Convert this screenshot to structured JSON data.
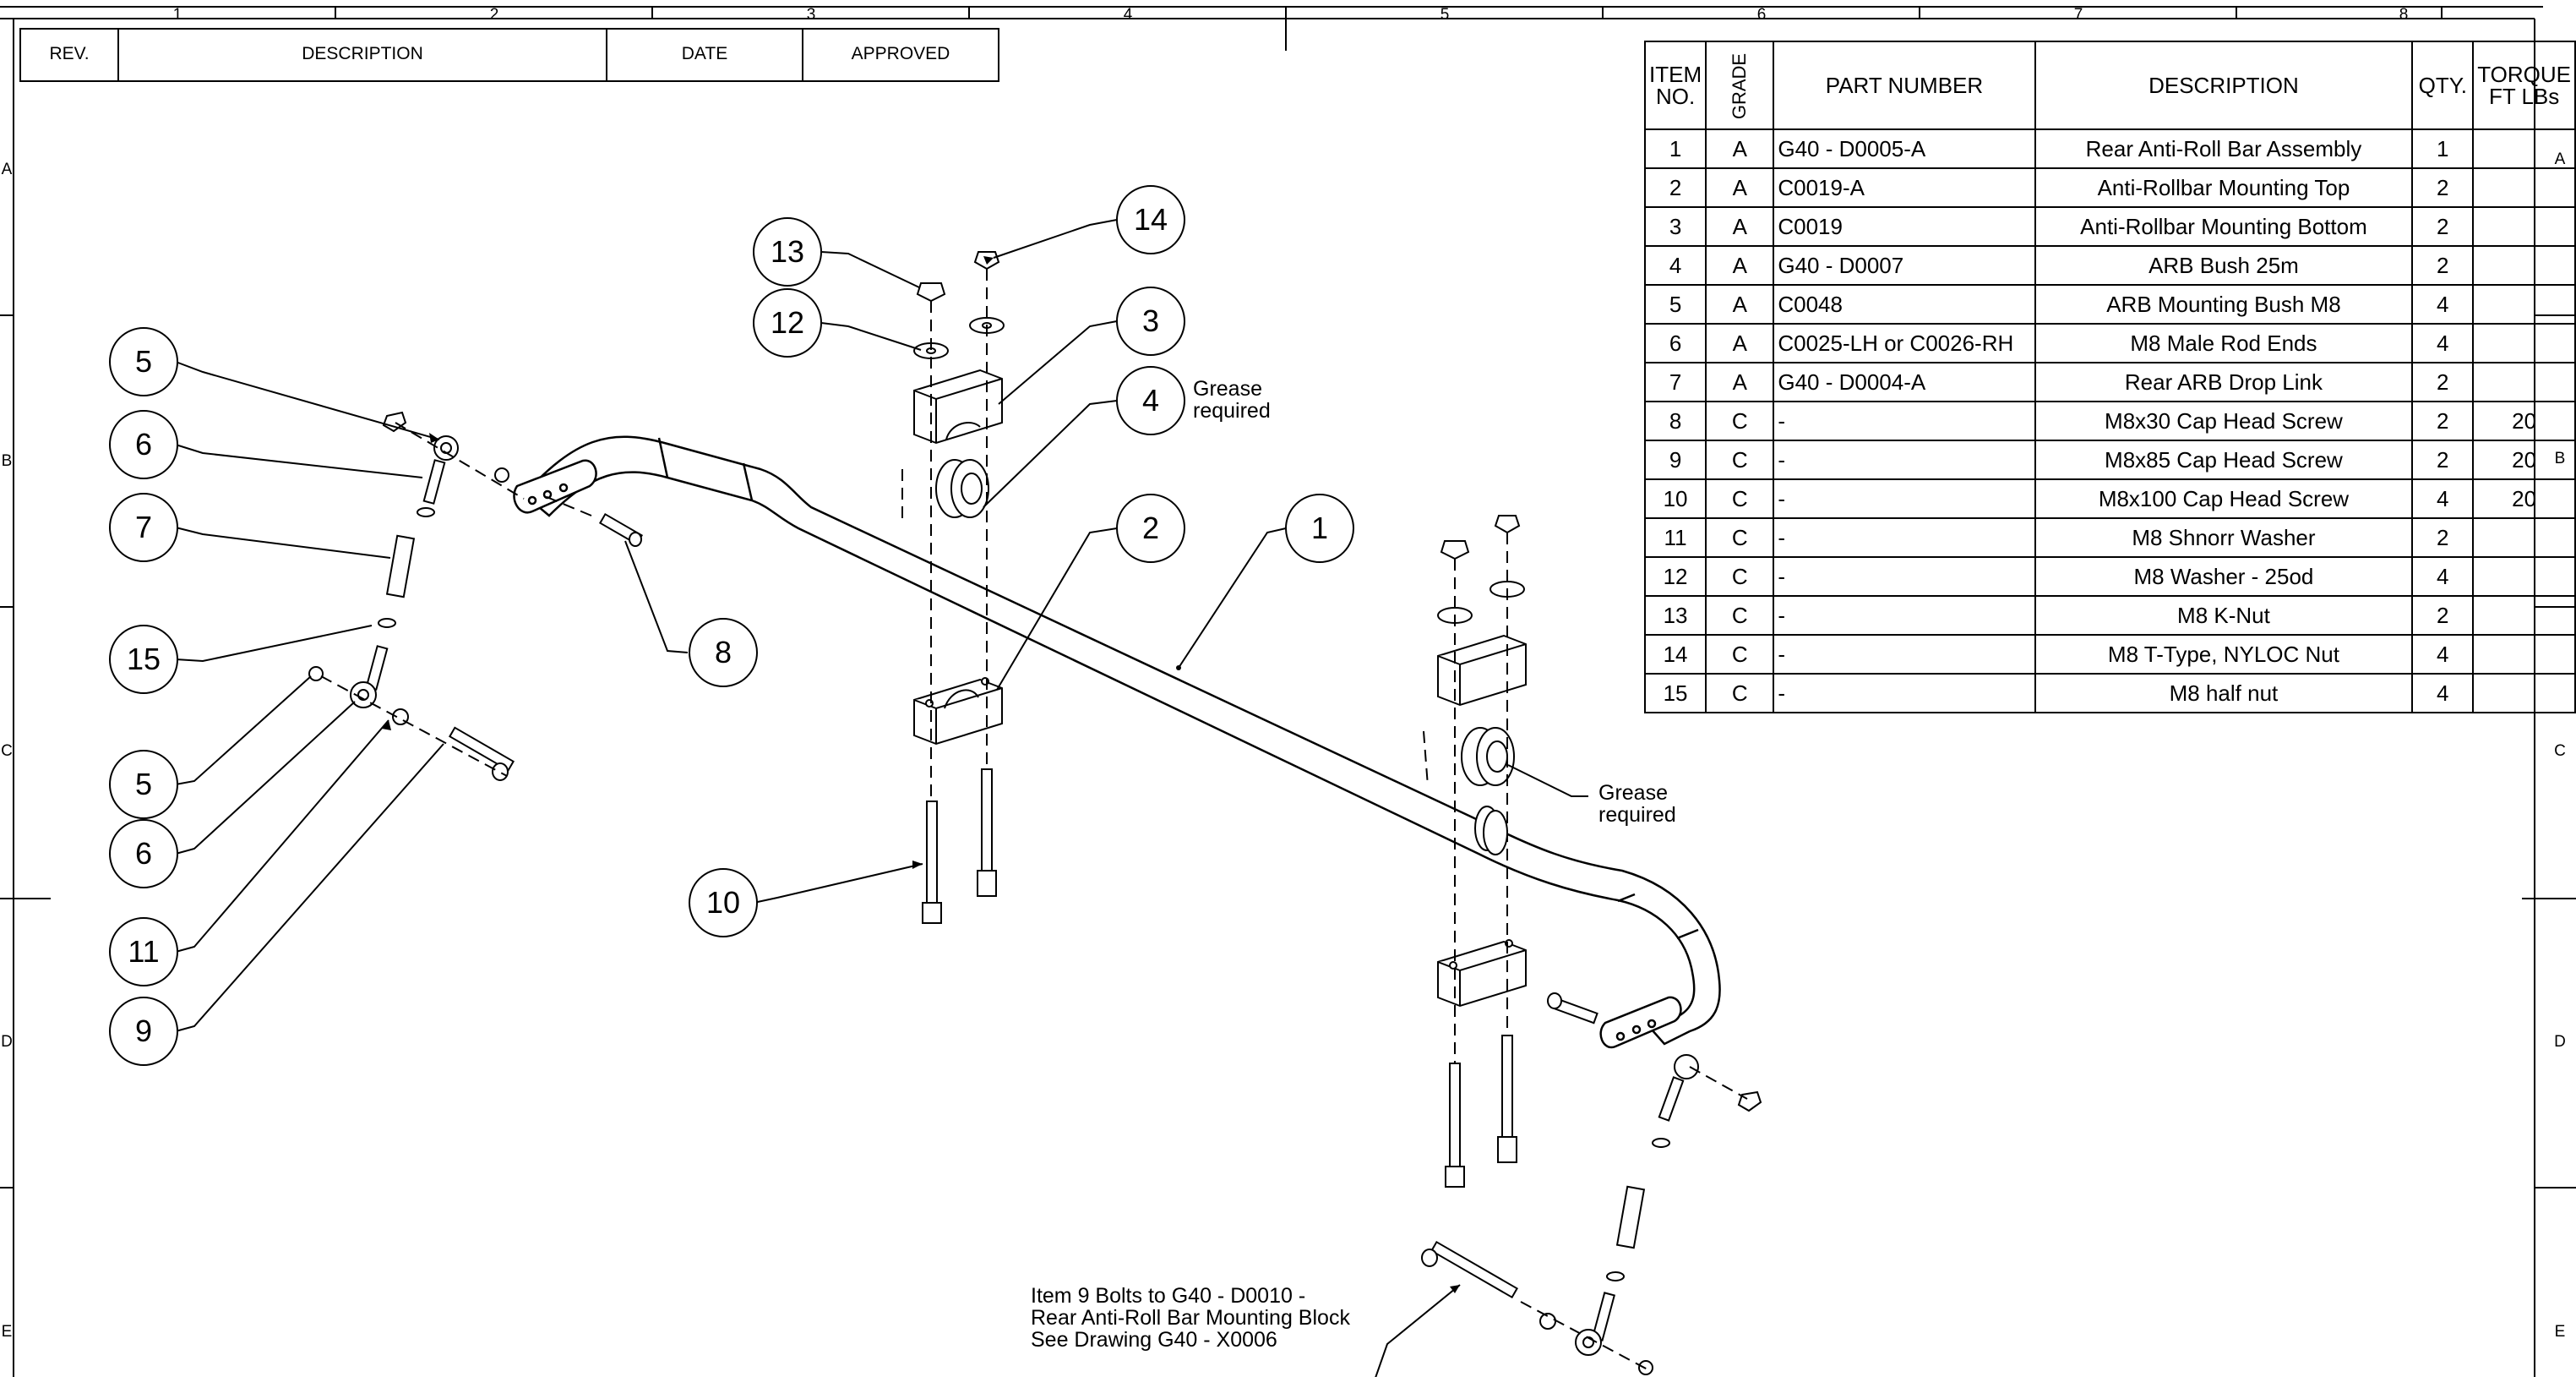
{
  "frame": {
    "columns": [
      "1",
      "2",
      "3",
      "4",
      "5",
      "6",
      "7",
      "8"
    ],
    "rows": [
      "A",
      "B",
      "C",
      "D",
      "E"
    ]
  },
  "revision_block": {
    "headers": [
      "REV.",
      "DESCRIPTION",
      "DATE",
      "APPROVED"
    ]
  },
  "bom": {
    "headers": {
      "item_no": "ITEM NO.",
      "grade": "GRADE",
      "part_number": "PART NUMBER",
      "description": "DESCRIPTION",
      "qty": "QTY.",
      "torque": "TORQUE FT LBs"
    },
    "rows": [
      {
        "item": "1",
        "grade": "A",
        "part": "G40 - D0005-A",
        "desc": "Rear Anti-Roll Bar Assembly",
        "qty": "1",
        "torque": ""
      },
      {
        "item": "2",
        "grade": "A",
        "part": "C0019-A",
        "desc": "Anti-Rollbar Mounting Top",
        "qty": "2",
        "torque": ""
      },
      {
        "item": "3",
        "grade": "A",
        "part": "C0019",
        "desc": "Anti-Rollbar Mounting Bottom",
        "qty": "2",
        "torque": ""
      },
      {
        "item": "4",
        "grade": "A",
        "part": "G40 - D0007",
        "desc": "ARB Bush 25m",
        "qty": "2",
        "torque": ""
      },
      {
        "item": "5",
        "grade": "A",
        "part": "C0048",
        "desc": "ARB Mounting Bush M8",
        "qty": "4",
        "torque": ""
      },
      {
        "item": "6",
        "grade": "A",
        "part": "C0025-LH or C0026-RH",
        "desc": "M8 Male Rod Ends",
        "qty": "4",
        "torque": ""
      },
      {
        "item": "7",
        "grade": "A",
        "part": "G40 - D0004-A",
        "desc": "Rear ARB Drop Link",
        "qty": "2",
        "torque": ""
      },
      {
        "item": "8",
        "grade": "C",
        "part": "-",
        "desc": "M8x30 Cap Head Screw",
        "qty": "2",
        "torque": "20"
      },
      {
        "item": "9",
        "grade": "C",
        "part": "-",
        "desc": "M8x85 Cap Head Screw",
        "qty": "2",
        "torque": "20"
      },
      {
        "item": "10",
        "grade": "C",
        "part": "-",
        "desc": "M8x100 Cap Head Screw",
        "qty": "4",
        "torque": "20"
      },
      {
        "item": "11",
        "grade": "C",
        "part": "-",
        "desc": "M8 Shnorr Washer",
        "qty": "2",
        "torque": ""
      },
      {
        "item": "12",
        "grade": "C",
        "part": "-",
        "desc": "M8 Washer - 25od",
        "qty": "4",
        "torque": ""
      },
      {
        "item": "13",
        "grade": "C",
        "part": "-",
        "desc": "M8 K-Nut",
        "qty": "2",
        "torque": ""
      },
      {
        "item": "14",
        "grade": "C",
        "part": "-",
        "desc": "M8 T-Type, NYLOC Nut",
        "qty": "4",
        "torque": ""
      },
      {
        "item": "15",
        "grade": "C",
        "part": "-",
        "desc": "M8 half nut",
        "qty": "4",
        "torque": ""
      }
    ]
  },
  "balloons": [
    "5",
    "6",
    "7",
    "15",
    "5",
    "6",
    "11",
    "9",
    "13",
    "12",
    "14",
    "3",
    "4",
    "2",
    "1",
    "8",
    "10"
  ],
  "notes": {
    "grease_upper": "Grease\nrequired",
    "grease_lower": "Grease\nrequired",
    "bolt_note": "Item 9 Bolts to G40 - D0010 -\nRear Anti-Roll Bar Mounting Block\nSee Drawing G40 - X0006"
  }
}
